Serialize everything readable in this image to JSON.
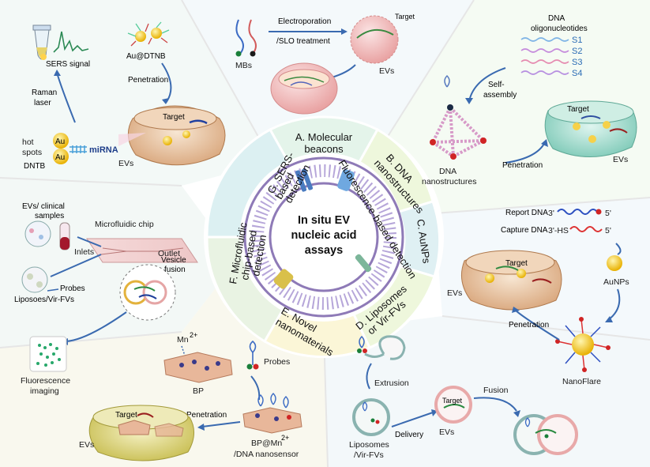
{
  "center": {
    "title_line1": "In situ EV",
    "title_line2": "nucleic acid",
    "title_line3": "assays",
    "ring_left": "SERS-based detection",
    "ring_left_prefix": "G.",
    "ring_left_rest": "based",
    "ring_left_rest2": "detection",
    "ring_right": "Fluorescence-based detection",
    "ring_left2_a": "F. Microfluidic",
    "ring_left2_b": "chip-based",
    "ring_left2_c": "detection"
  },
  "sections": {
    "A": {
      "line1": "A. Molecular",
      "line2": "beacons"
    },
    "B": {
      "line1": "B. DNA",
      "line2": "nanostructures"
    },
    "C": {
      "line1": "C. AuNPs"
    },
    "D": {
      "line1": "D. Liposomes",
      "line2": "or Vir-FVs"
    },
    "E": {
      "line1": "E. Novel",
      "line2": "nanomaterials"
    },
    "G": {
      "line1": "G. SERS-"
    }
  },
  "panel_top_left": {
    "sers_signal": "SERS signal",
    "au_dtnb": "Au@DTNB",
    "penetration": "Penetration",
    "raman1": "Raman",
    "raman2": "laser",
    "hot1": "hot",
    "hot2": "spots",
    "au_a": "Au",
    "au_b": "Au",
    "mirna": "miRNA",
    "dntb": "DNTB",
    "target": "Target",
    "evs": "EVs"
  },
  "panel_top_mid": {
    "electroporation": "Electroporation",
    "slo": "/SLO treatment",
    "mbs": "MBs",
    "target": "Target",
    "evs": "EVs"
  },
  "panel_top_right": {
    "dna1": "DNA",
    "dna2": "oligonucleotides",
    "s1": "S1",
    "s2": "S2",
    "s3": "S3",
    "s4": "S4",
    "self1": "Self-",
    "self2": "assembly",
    "target": "Target",
    "penetration": "Penetration",
    "evs": "EVs",
    "nano1": "DNA",
    "nano2": "nanostructures"
  },
  "panel_left": {
    "evs_clin1": "EVs/ clinical",
    "evs_clin2": "samples",
    "chip": "Microfluidic chip",
    "inlets": "Inlets",
    "outlet": "Outlet",
    "vesicle1": "Vesicle",
    "vesicle2": "fusion",
    "probes": "Probes",
    "lipo": "Liposoes/Vir-FVs",
    "fl1": "Fluorescence",
    "fl2": "imaging"
  },
  "panel_right": {
    "report": "Report DNA",
    "capture": "Capture DNA",
    "three1": "3'",
    "five1": "5'",
    "three2": "3'-HS",
    "five2": "5'",
    "target": "Target",
    "evs": "EVs",
    "aunps": "AuNPs",
    "penetration": "Penetration",
    "nanoflare": "NanoFlare"
  },
  "panel_bottom_left": {
    "mn": "Mn",
    "mn_sup": "2+",
    "probes": "Probes",
    "bp": "BP",
    "target": "Target",
    "penetration": "Penetration",
    "evs": "EVs",
    "bpmn": "BP@Mn",
    "bpmn_sup": "2+",
    "nanosensor": "/DNA nanosensor"
  },
  "panel_bottom_right": {
    "extrusion": "Extrusion",
    "target": "Target",
    "fusion": "Fusion",
    "delivery": "Delivery",
    "evs": "EVs",
    "lipo1": "Liposomes",
    "lipo2": "/Vir-FVs"
  }
}
